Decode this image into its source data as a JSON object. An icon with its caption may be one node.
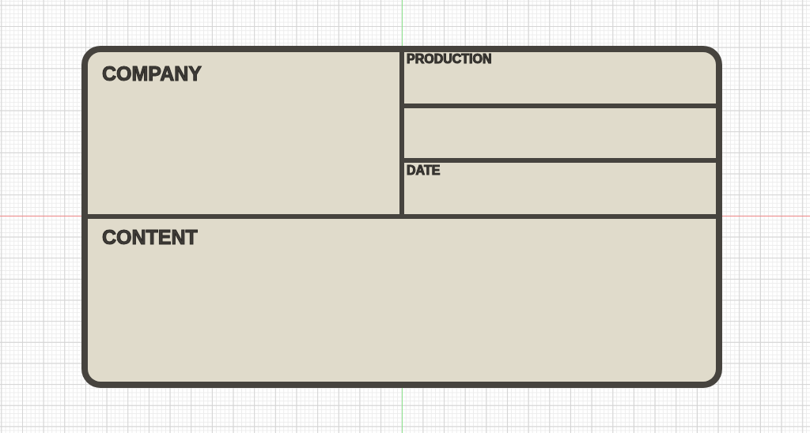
{
  "diagram": {
    "nodes": [
      {
        "text": [],
        "shape": "box"
      },
      {
        "text": [
          "COMPANY"
        ],
        "in": 0
      },
      {
        "text": [
          "PRODUCTION"
        ],
        "in": 0
      },
      {
        "text": [],
        "shape": "box",
        "in": 0
      },
      {
        "text": [
          "DATE"
        ],
        "in": 0
      },
      {
        "text": [
          "CONTENT"
        ],
        "in": 0
      }
    ]
  }
}
